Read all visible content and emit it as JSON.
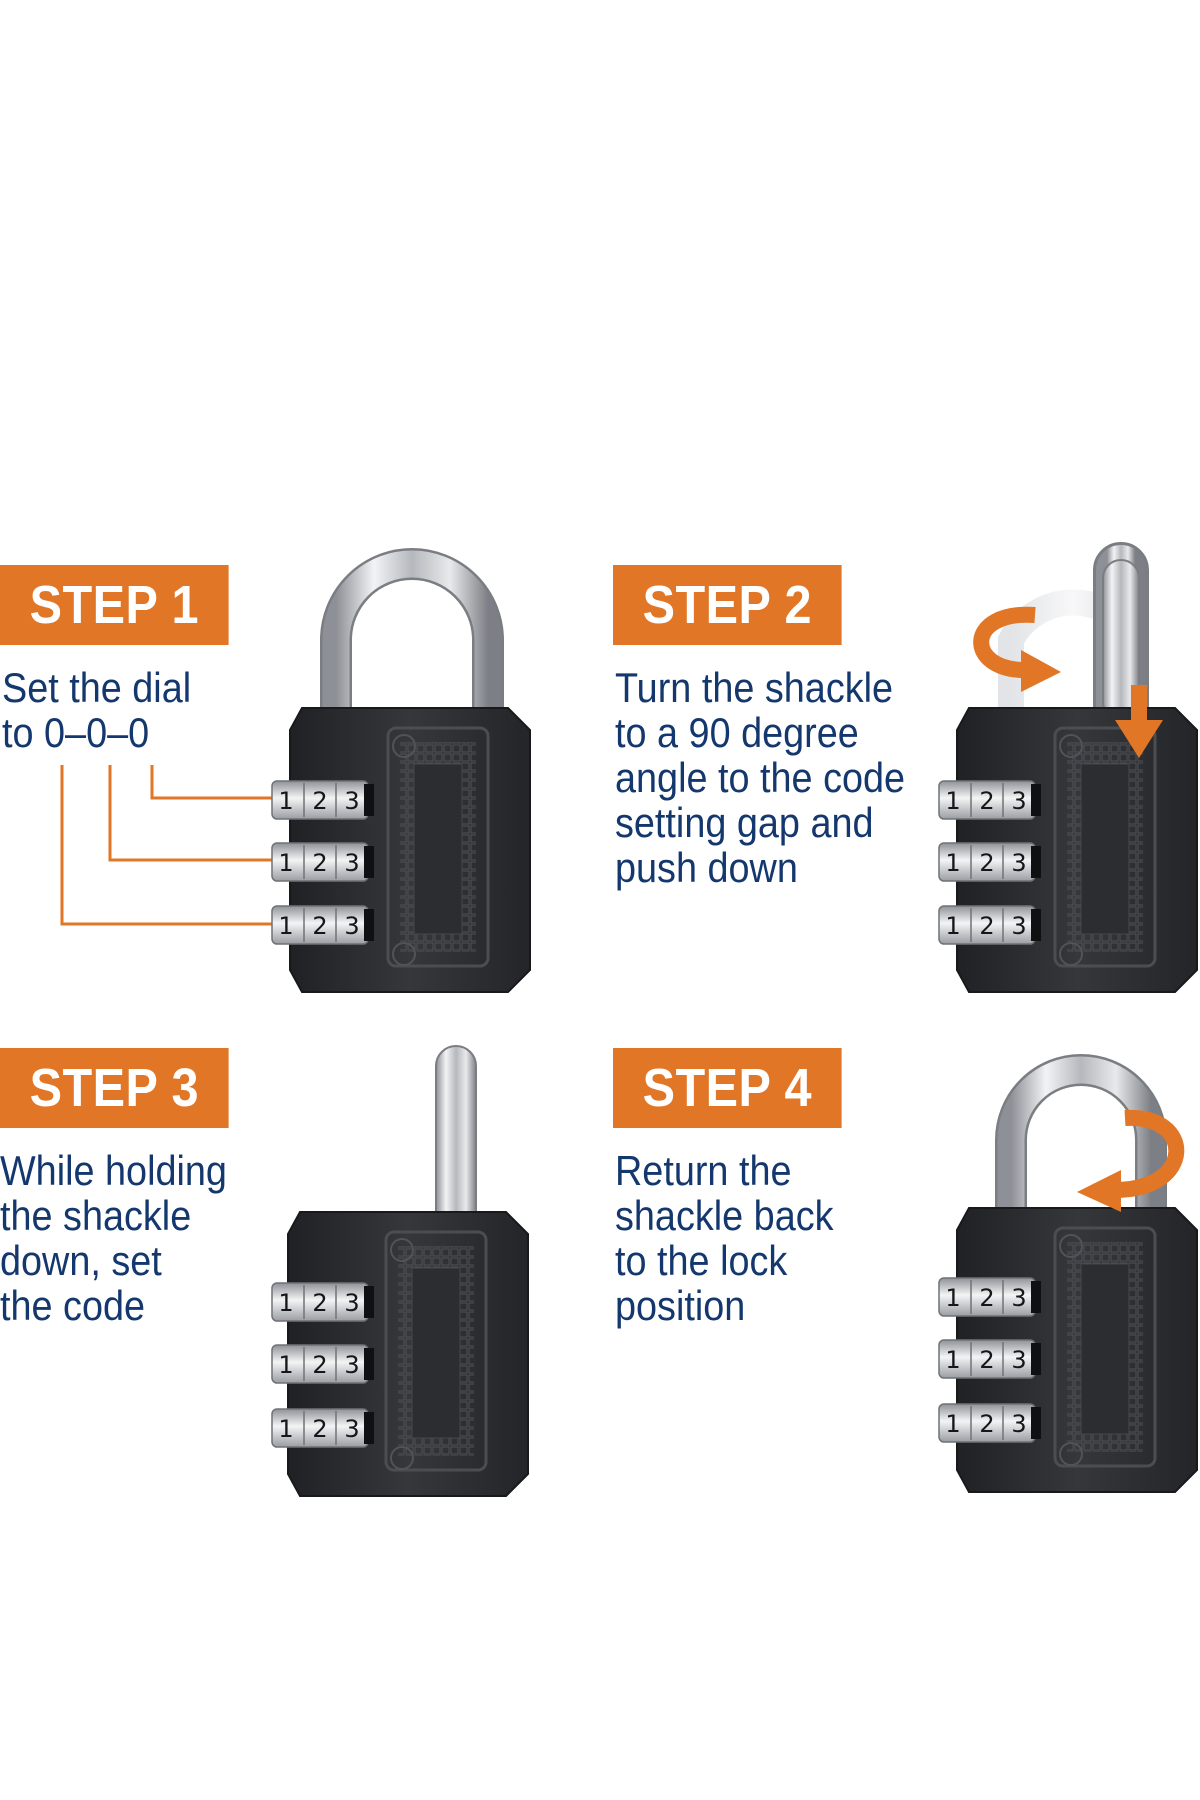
{
  "colors": {
    "accent": "#e27627",
    "text": "#14386e",
    "lock_body": "#2d2f33",
    "shackle": "#c9ccd1"
  },
  "steps": [
    {
      "label": "STEP 1",
      "lines": [
        "Set the dial",
        "to 0–0–0"
      ]
    },
    {
      "label": "STEP 2",
      "lines": [
        "Turn the shackle",
        "to a 90 degree",
        "angle to the code",
        "setting gap and",
        "push down"
      ]
    },
    {
      "label": "STEP 3",
      "lines": [
        "While holding",
        "the shackle",
        "down, set",
        "the code"
      ]
    },
    {
      "label": "STEP 4",
      "lines": [
        "Return the",
        "shackle back",
        "to the lock",
        "position"
      ]
    }
  ],
  "dial_digits": [
    "1",
    "2",
    "3"
  ],
  "icons": [
    "rotate-arrow-icon",
    "push-down-arrow-icon"
  ]
}
